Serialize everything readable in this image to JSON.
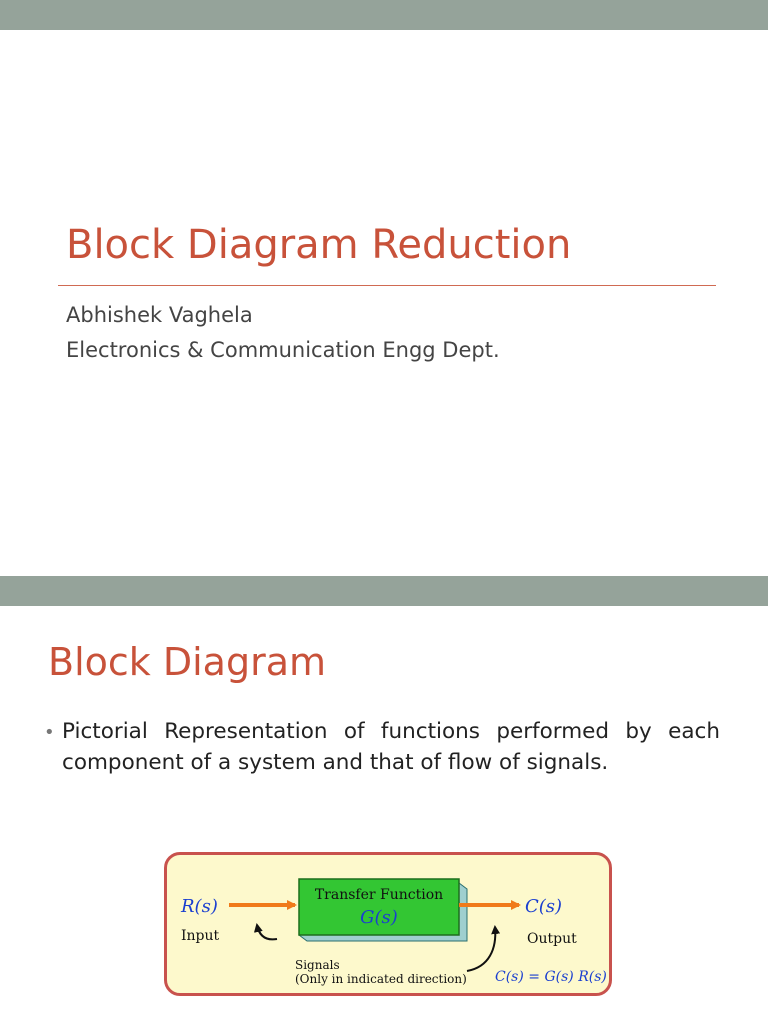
{
  "slide1": {
    "title": "Block Diagram Reduction",
    "author": "Abhishek Vaghela",
    "department": "Electronics & Communication Engg Dept."
  },
  "slide2": {
    "title": "Block Diagram",
    "bullets": [
      "Pictorial Representation of functions performed by each component of a system and that of flow of signals."
    ],
    "figure": {
      "block_label": "Transfer Function",
      "block_function": "G(s)",
      "input_symbol": "R(s)",
      "input_label": "Input",
      "output_symbol": "C(s)",
      "output_label": "Output",
      "signals_label": "Signals",
      "signals_note": "(Only in indicated direction)",
      "equation": "C(s) = G(s) R(s)",
      "colors": {
        "arrow": "#f07a1a",
        "block_fill": "#33c633",
        "block_side": "#9fcfcf",
        "symbol": "#1a3fd0",
        "border": "#c8524d",
        "background": "#fdf9cc"
      }
    }
  },
  "theme": {
    "bar_color": "#95a39a",
    "title_color": "#c8523a"
  }
}
